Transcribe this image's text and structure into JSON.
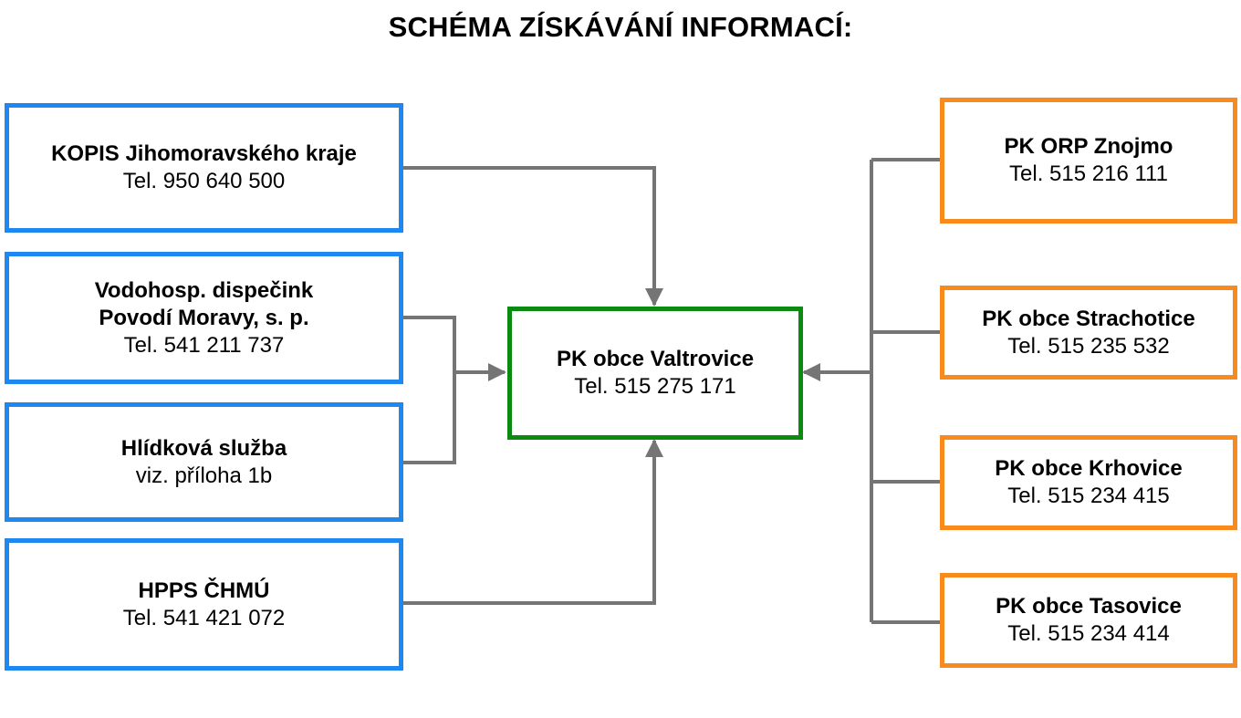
{
  "title": "SCHÉMA ZÍSKÁVÁNÍ INFORMACÍ:",
  "colors": {
    "source_border": "#1e88f0",
    "center_border": "#0b8a12",
    "neighbor_border": "#f98a1e",
    "connector": "#757575"
  },
  "sources": [
    {
      "name": "KOPIS Jihomoravského kraje",
      "detail": "Tel. 950 640 500"
    },
    {
      "name_line1": "Vodohosp. dispečink",
      "name_line2": "Povodí Moravy, s. p.",
      "detail": "Tel. 541 211 737"
    },
    {
      "name": "Hlídková služba",
      "detail": "viz. příloha 1b"
    },
    {
      "name": "HPPS ČHMÚ",
      "detail": "Tel. 541 421 072"
    }
  ],
  "center": {
    "name": "PK obce Valtrovice",
    "detail": "Tel. 515 275 171"
  },
  "neighbors": [
    {
      "name": "PK ORP Znojmo",
      "detail": "Tel. 515 216 111"
    },
    {
      "name": "PK obce Strachotice",
      "detail": "Tel. 515 235 532"
    },
    {
      "name": "PK obce Krhovice",
      "detail": "Tel. 515 234 415"
    },
    {
      "name": "PK obce Tasovice",
      "detail": "Tel. 515 234 414"
    }
  ]
}
